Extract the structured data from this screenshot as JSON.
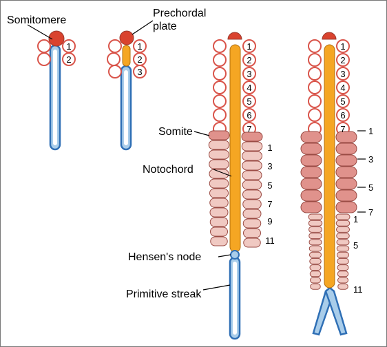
{
  "labels": {
    "somitomere": "Somitomere",
    "prechordal_line1": "Prechordal",
    "prechordal_line2": "plate",
    "somite": "Somite",
    "notochord": "Notochord",
    "hensens_node": "Hensen's node",
    "primitive_streak": "Primitive streak"
  },
  "stage1": {
    "somitomere_numbers": [
      "1",
      "2"
    ]
  },
  "stage2": {
    "somitomere_numbers": [
      "1",
      "2",
      "3"
    ]
  },
  "stage3": {
    "somitomere_numbers": [
      "1",
      "2",
      "3",
      "4",
      "5",
      "6",
      "7"
    ],
    "somite_numbers": [
      "1",
      "3",
      "5",
      "7",
      "9",
      "11"
    ]
  },
  "stage4": {
    "somitomere_numbers": [
      "1",
      "2",
      "3",
      "4",
      "5",
      "6",
      "7"
    ],
    "somite_numbers": [
      "1",
      "3",
      "5",
      "7"
    ],
    "lower_numbers": [
      "1",
      "5",
      "11"
    ]
  },
  "colors": {
    "background": "#ffffff",
    "somitomere_stroke": "#d9544a",
    "prechordal_fill": "#d9432f",
    "notochord_fill": "#f5a623",
    "streak_fill": "#a9cdea",
    "streak_stroke": "#2f6fb5",
    "somite_dark": "#e0928c",
    "somite_light": "#f0c9c2",
    "outline": "#9a4b44",
    "border": "#777777"
  }
}
